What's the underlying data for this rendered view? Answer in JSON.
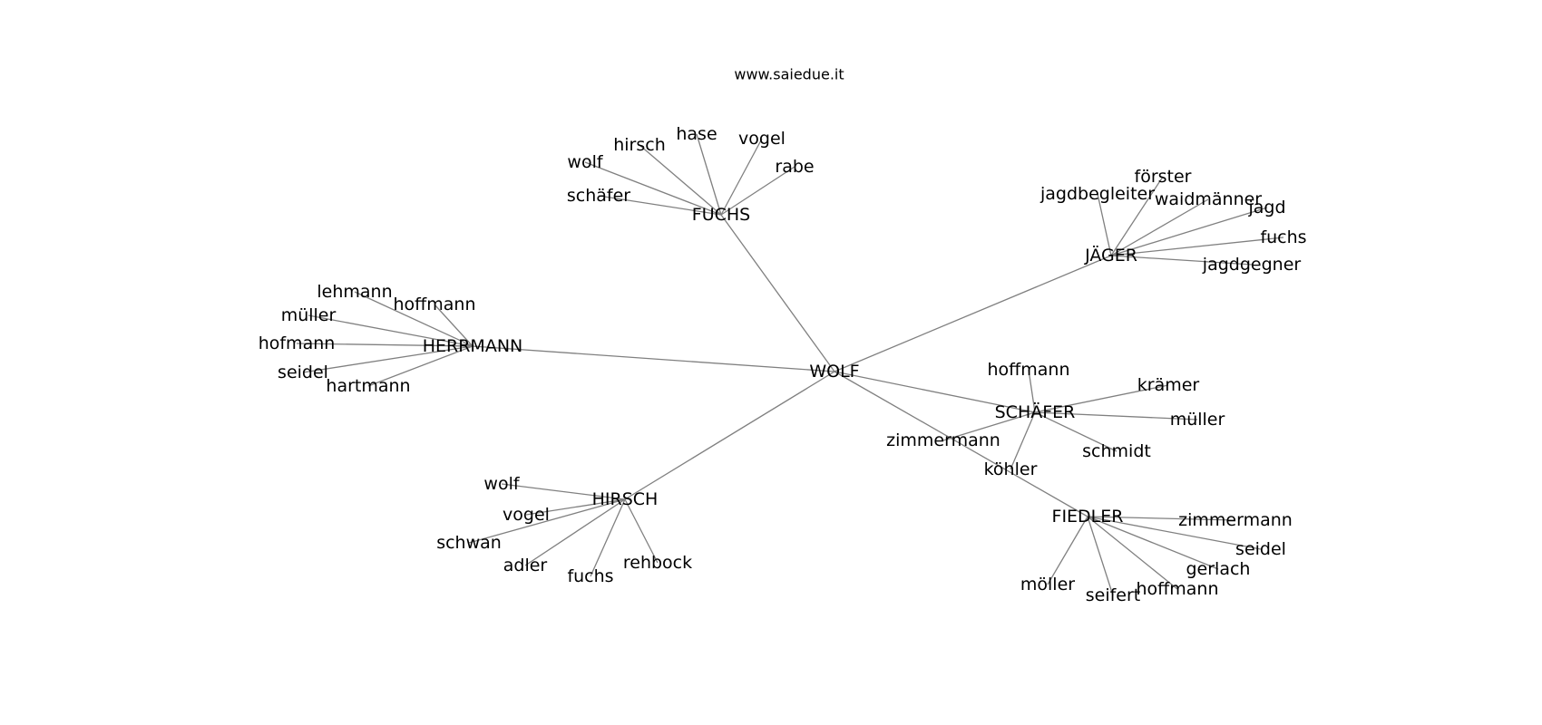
{
  "site": "www.saiedue.it",
  "center": "WOLF",
  "clusters": [
    {
      "label": "FUCHS",
      "leaves": [
        "wolf",
        "hirsch",
        "hase",
        "vogel",
        "rabe",
        "schäfer"
      ]
    },
    {
      "label": "JÄGER",
      "leaves": [
        "jagdbegleiter",
        "förster",
        "waidmänner",
        "jagd",
        "fuchs",
        "jagdgegner"
      ]
    },
    {
      "label": "HERRMANN",
      "leaves": [
        "lehmann",
        "hoffmann",
        "müller",
        "hofmann",
        "seidel",
        "hartmann"
      ]
    },
    {
      "label": "SCHÄFER",
      "leaves": [
        "hoffmann",
        "krämer",
        "müller",
        "schmidt",
        "köhler",
        "zimmermann"
      ]
    },
    {
      "label": "HIRSCH",
      "leaves": [
        "wolf",
        "vogel",
        "schwan",
        "adler",
        "fuchs",
        "rehbock"
      ]
    },
    {
      "label": "FIEDLER",
      "leaves": [
        "zimmermann",
        "seidel",
        "gerlach",
        "hoffmann",
        "seifert",
        "möller"
      ]
    }
  ]
}
